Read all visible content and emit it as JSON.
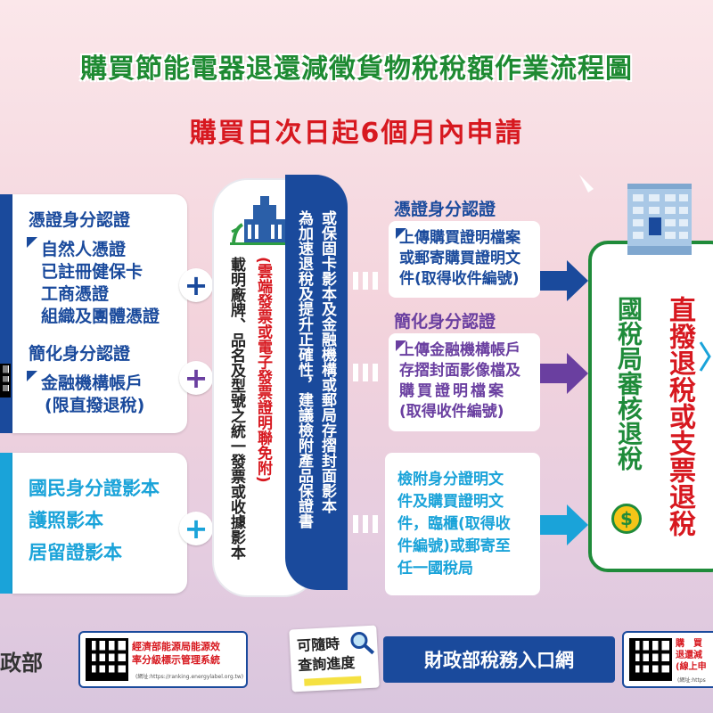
{
  "title": "購買節能電器退還減徵貨物稅稅額作業流程圖",
  "subtitle": "購買日次日起6個月內申請",
  "left": {
    "cert_heading": "憑證身分認證",
    "cert_items": [
      "自然人憑證",
      "已註冊健保卡",
      "工商憑證",
      "組織及團體憑證"
    ],
    "simple_heading": "簡化身分認證",
    "simple_items": [
      "金融機構帳戶",
      "(限直撥退稅)"
    ],
    "id_items": [
      "國民身分證影本",
      "護照影本",
      "居留證影本"
    ]
  },
  "plus_symbol": "+",
  "invoice": {
    "main_text": "載明廠牌、品名及型號之統一發票或收據影本",
    "paren_text": "(雲端發票或電子發票證明聯免附)"
  },
  "dark_column": {
    "col1": "或保固卡影本及金融機構或郵局存摺封面影本",
    "col2": "為加速退稅及提升正確性，建議檢附產品保證書"
  },
  "middle": {
    "cert_heading": "憑證身分認證",
    "cert_text": [
      "上傳購買證明檔案",
      "或郵寄購買證明文",
      "件(取得收件編號)"
    ],
    "simple_heading": "簡化身分認證",
    "simple_text": [
      "上傳金融機構帳戶",
      "存摺封面影像檔及",
      "購買證明檔案",
      "(取得收件編號)"
    ],
    "paper_text": [
      "檢附身分證明文",
      "件及購買證明文",
      "件，臨櫃(取得收",
      "件編號)或郵寄至",
      "任一國稅局"
    ]
  },
  "result": {
    "review_text": "國稅局審核退稅",
    "refund_text": "直撥退稅或支票退稅",
    "dollar": "$"
  },
  "bottom": {
    "ministry_partial": "政部",
    "energy_line1": "經濟部能源局能源效",
    "energy_line2": "率分級標示管理系統",
    "energy_url": "(網址:https://ranking.energylabel.org.tw)",
    "query_label_1": "可隨時",
    "query_label_2": "查詢進度",
    "portal_label": "財政部稅務入口網",
    "right_line1": "購　買",
    "right_line2": "退還減",
    "right_line3": "(線上申",
    "right_line4": "(網址:https"
  },
  "colors": {
    "navy": "#1a4a9c",
    "purple": "#6a3fa0",
    "cyan": "#1aa3d9",
    "green": "#1f8b3a",
    "red": "#d7181f"
  }
}
